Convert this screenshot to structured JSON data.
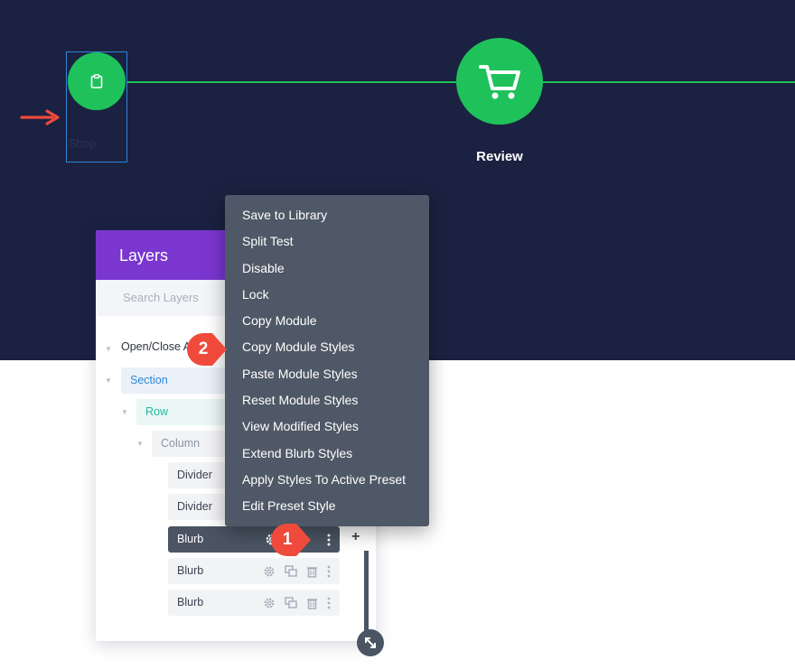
{
  "hero": {
    "steps": [
      {
        "label": "Shop",
        "icon": "clipboard-icon"
      },
      {
        "label": "Review",
        "icon": "shopping-cart-icon"
      }
    ],
    "colors": {
      "background": "#1b2140",
      "accent": "#1fc25a",
      "selection": "#2f86d9"
    }
  },
  "layers": {
    "title": "Layers",
    "search_placeholder": "Search Layers",
    "open_close": "Open/Close A",
    "section": "Section",
    "row": "Row",
    "column": "Column",
    "modules": [
      "Divider",
      "Divider",
      "Blurb",
      "Blurb",
      "Blurb"
    ],
    "colors": {
      "header": "#7a36cf"
    }
  },
  "context_menu": {
    "items": [
      "Save to Library",
      "Split Test",
      "Disable",
      "Lock",
      "Copy Module",
      "Copy Module Styles",
      "Paste Module Styles",
      "Reset Module Styles",
      "View Modified Styles",
      "Extend Blurb Styles",
      "Apply Styles To Active Preset",
      "Edit Preset Style"
    ]
  },
  "callouts": {
    "first": "1",
    "second": "2",
    "color": "#ef4a3c"
  }
}
